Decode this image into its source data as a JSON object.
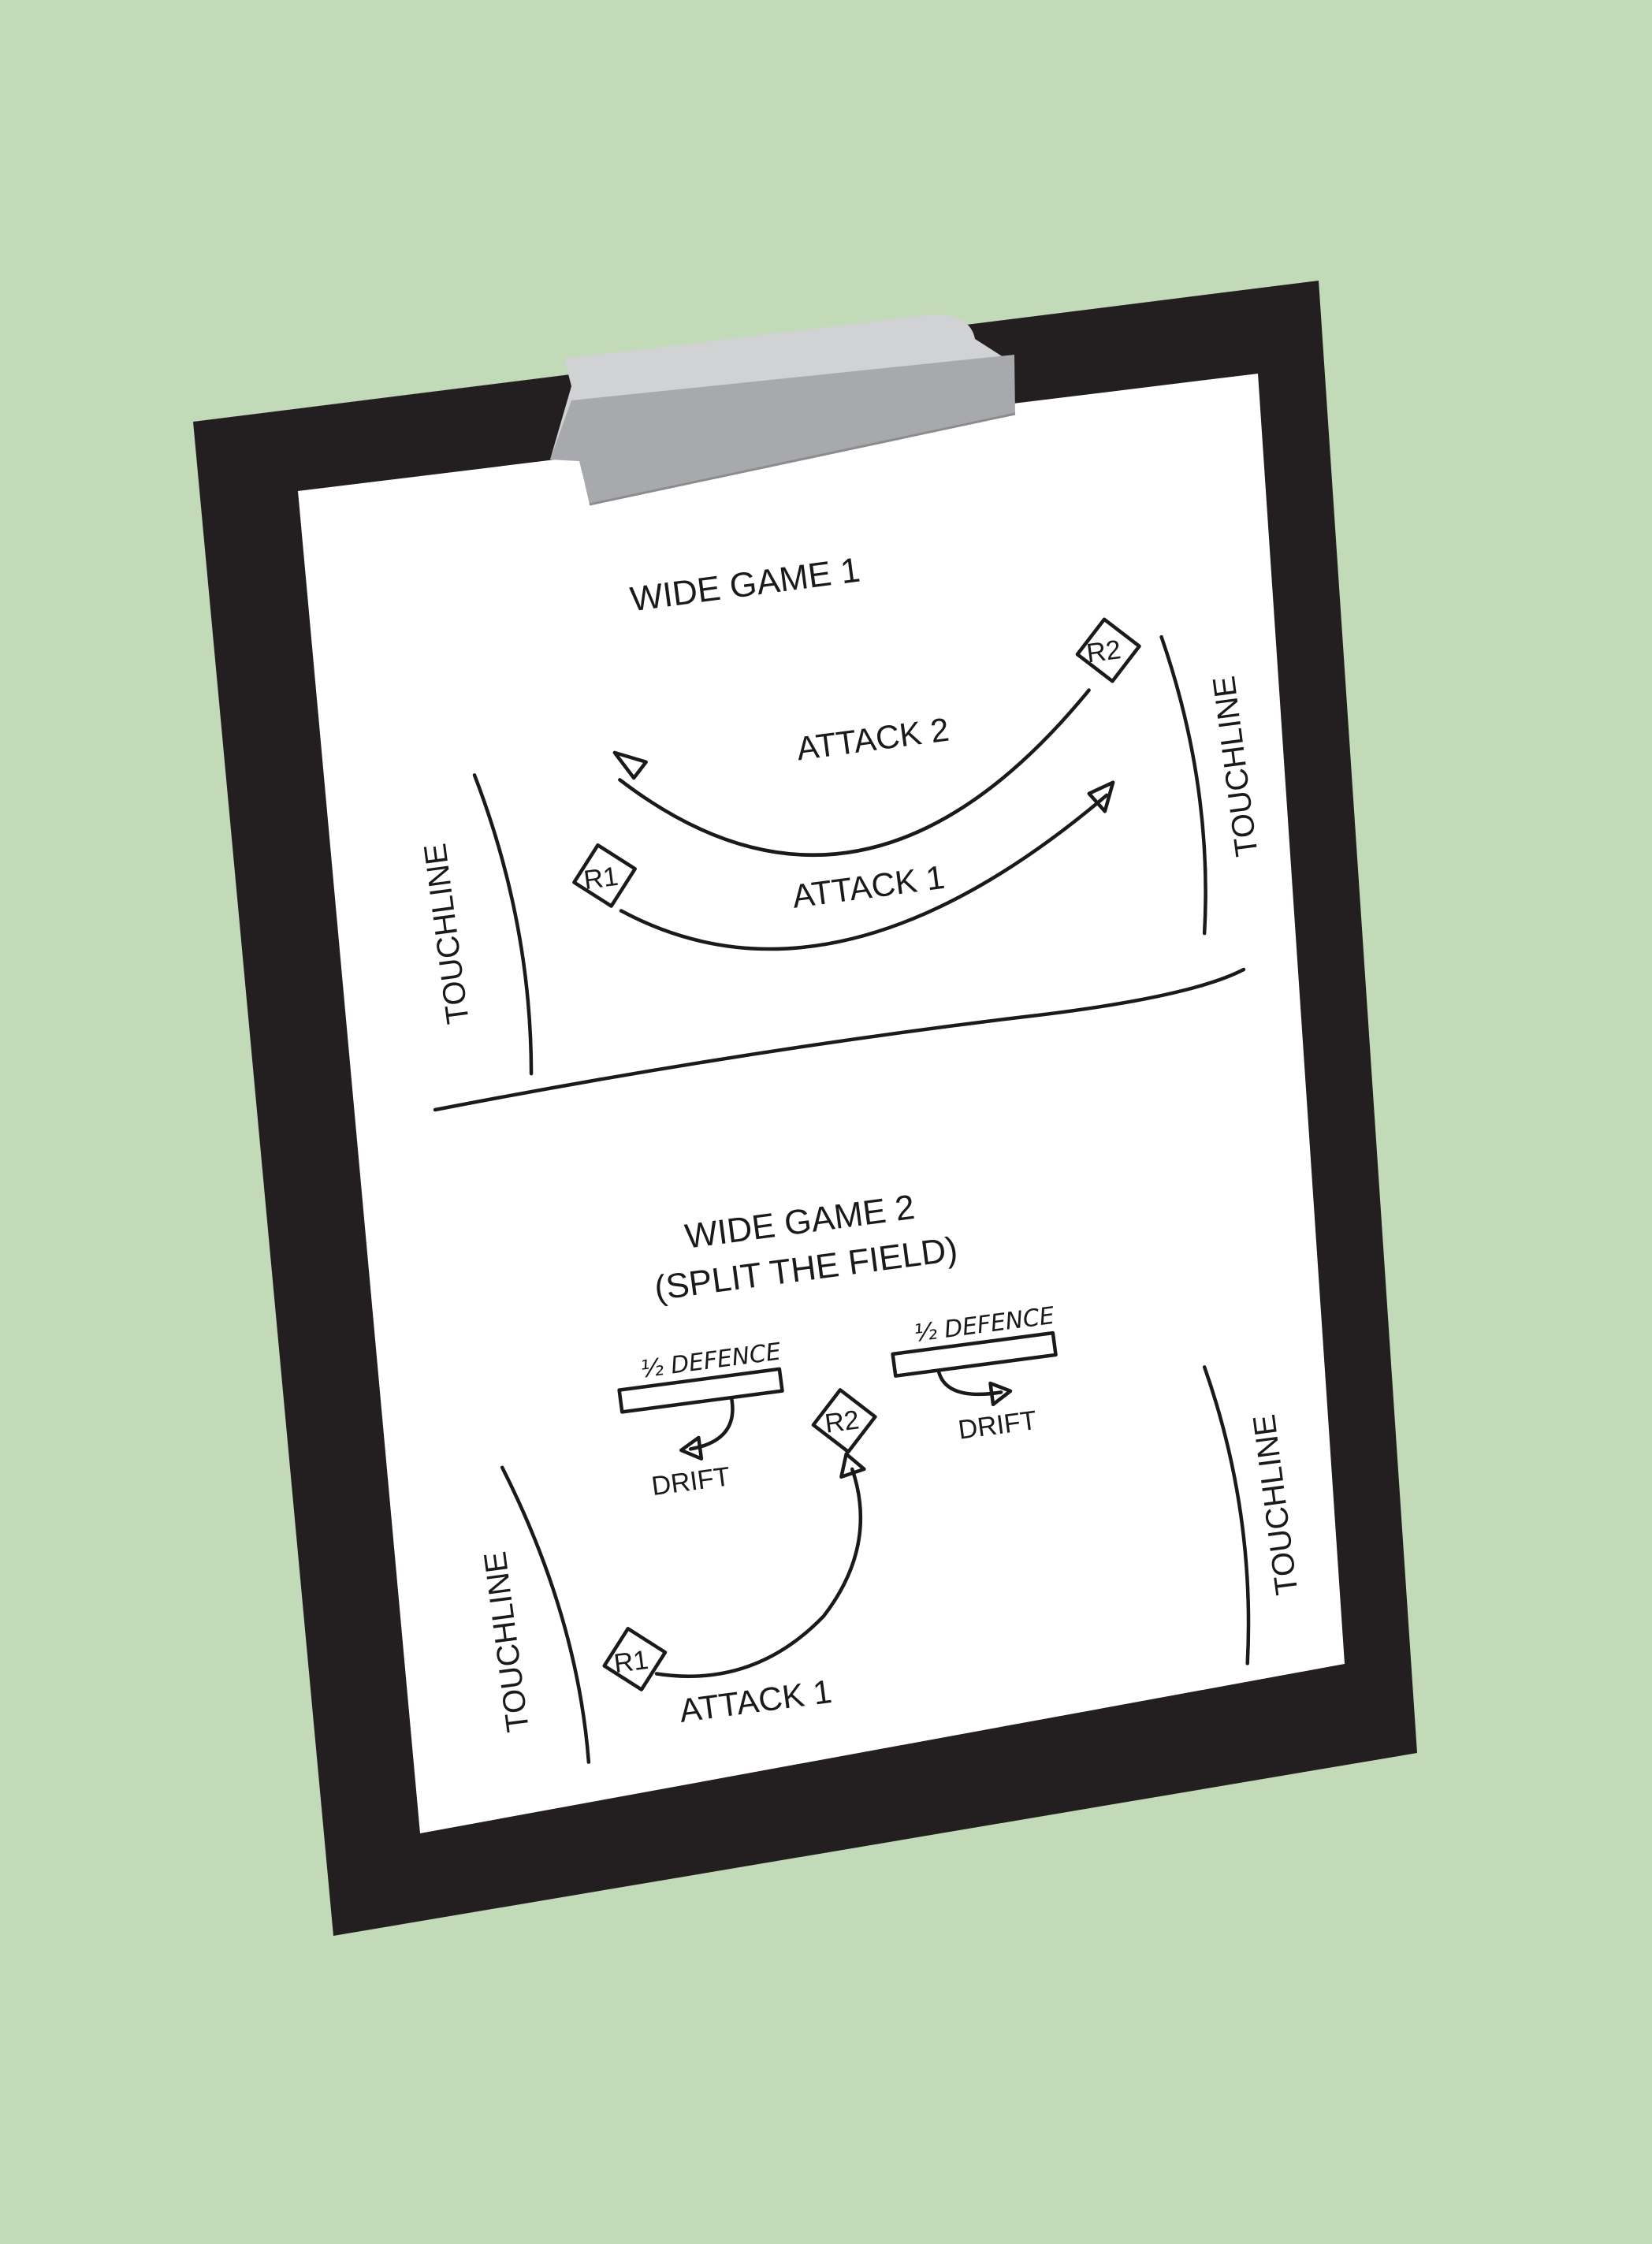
{
  "colors": {
    "background": "#c2dab8",
    "clipboard": "#231f20",
    "paper": "#ffffff",
    "ink": "#1a1a1a",
    "clip_light": "#d0d2d3",
    "clip_dark": "#a7a9ac"
  },
  "game1": {
    "title": "WIDE GAME 1",
    "attack1": "ATTACK 1",
    "attack2": "ATTACK 2",
    "r1": "R1",
    "r2": "R2",
    "touchline_left": "TOUCHLINE",
    "touchline_right": "TOUCHLINE"
  },
  "game2": {
    "title_line1": "WIDE GAME 2",
    "title_line2": "(SPLIT THE FIELD)",
    "half_defence_left": "½ DEFENCE",
    "half_defence_right": "½ DEFENCE",
    "drift_left": "DRIFT",
    "drift_right": "DRIFT",
    "r1": "R1",
    "r2": "R2",
    "attack1": "ATTACK 1",
    "touchline_left": "TOUCHLINE",
    "touchline_right": "TOUCHLINE"
  }
}
